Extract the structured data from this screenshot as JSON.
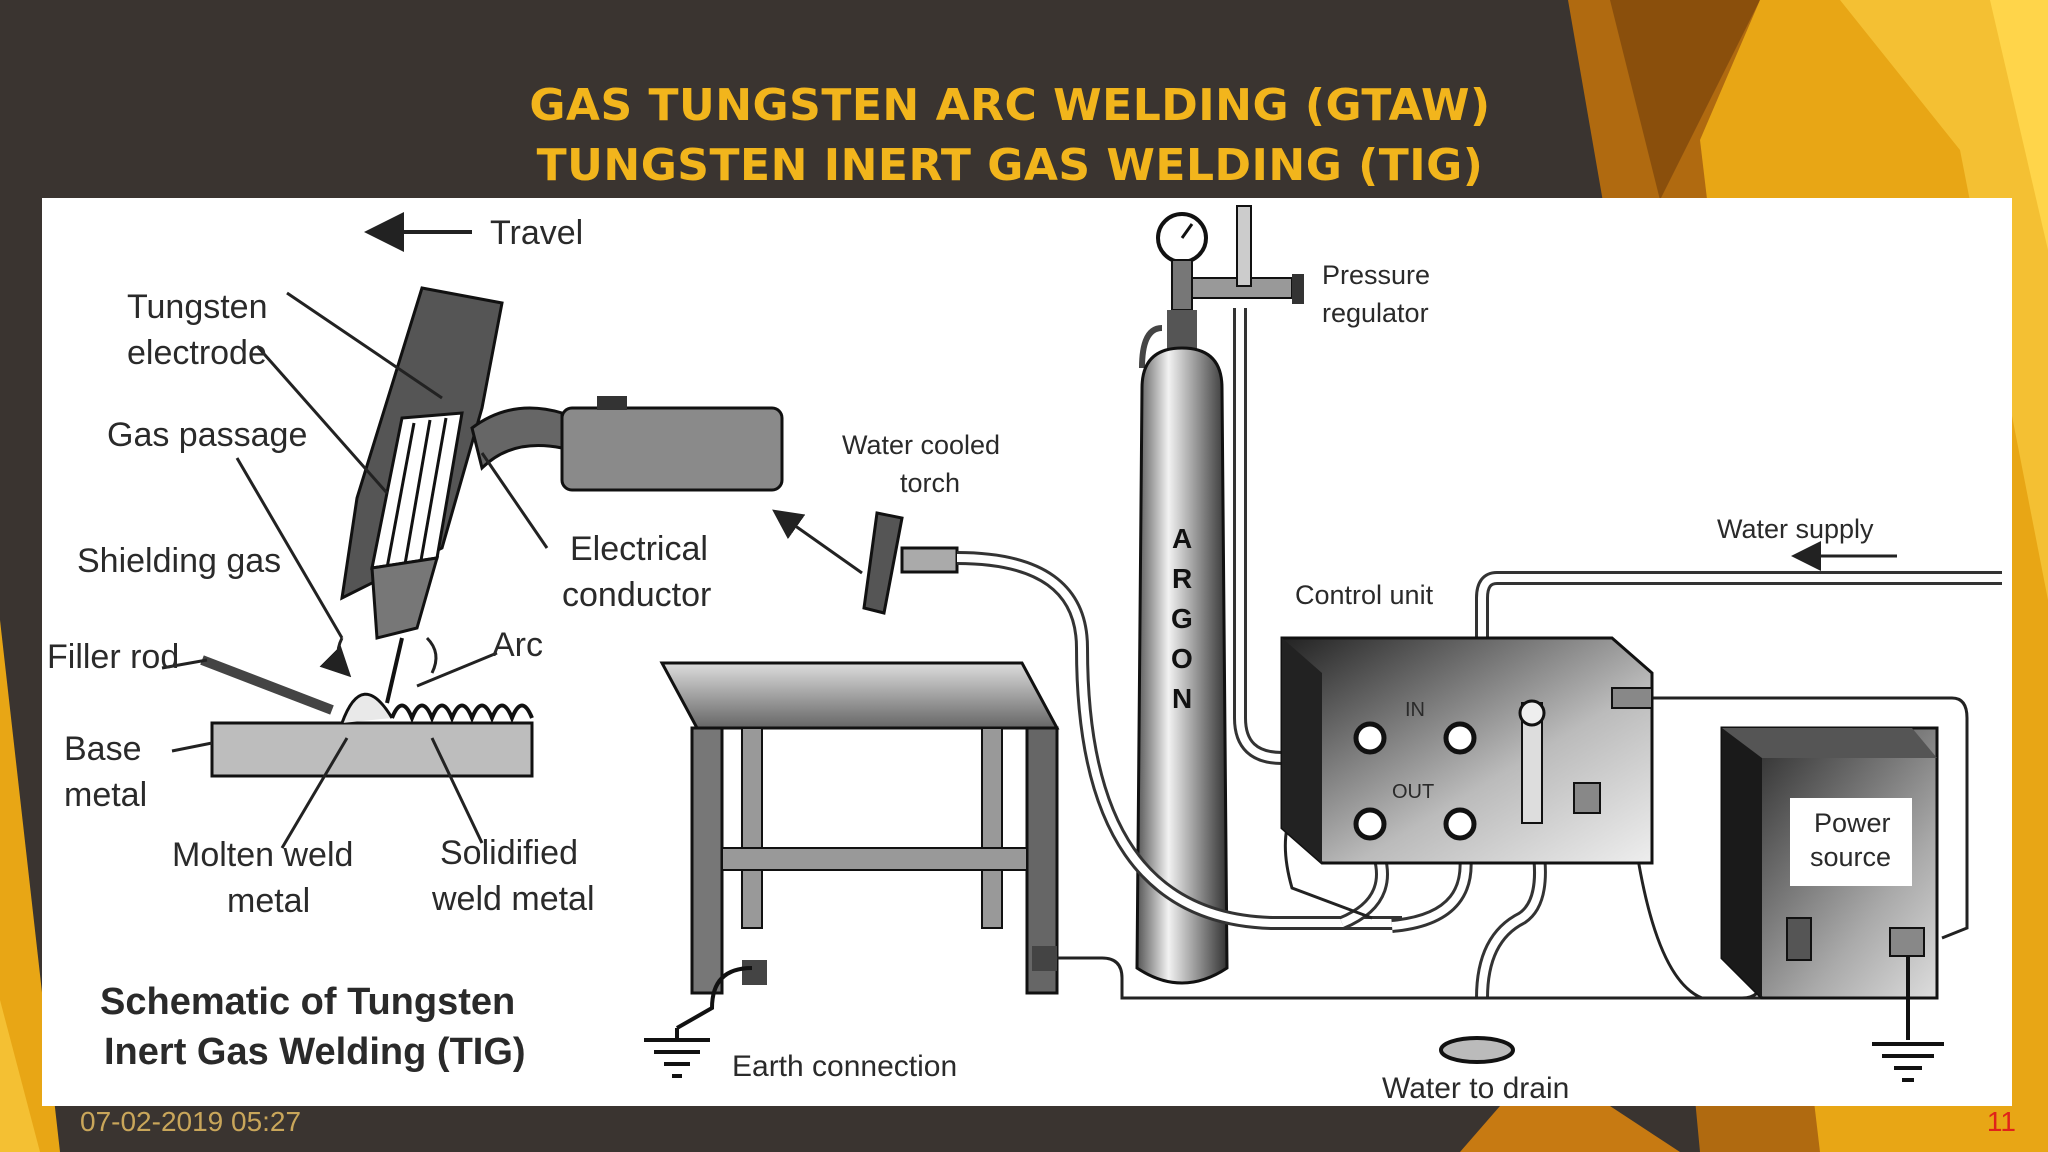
{
  "slide": {
    "title_line1": "GAS TUNGSTEN ARC WELDING (GTAW)",
    "title_line2": "TUNGSTEN INERT GAS WELDING (TIG)",
    "date": "07-02-2019 05:27",
    "page_number": "11",
    "colors": {
      "background": "#3a3430",
      "title": "#f2b51c",
      "accent_gold": "#e8a615",
      "accent_orange": "#c77a12",
      "page_number": "#e0221a"
    }
  },
  "diagram": {
    "labels": {
      "travel": "Travel",
      "tungsten": "Tungsten",
      "electrode": "electrode",
      "gas_passage": "Gas passage",
      "shielding_gas": "Shielding gas",
      "filler_rod": "Filler rod",
      "base": "Base",
      "metal": "metal",
      "molten_weld": "Molten weld",
      "molten_metal": "metal",
      "solidified": "Solidified",
      "weld_metal": "weld metal",
      "electrical": "Electrical",
      "conductor": "conductor",
      "arc": "Arc",
      "water_cooled": "Water cooled",
      "torch": "torch",
      "pressure": "Pressure",
      "regulator": "regulator",
      "argon_letters": [
        "A",
        "R",
        "G",
        "O",
        "N"
      ],
      "water_supply": "Water supply",
      "control_unit": "Control unit",
      "in": "IN",
      "out": "OUT",
      "power": "Power",
      "source": "source",
      "earth_connection": "Earth connection",
      "water_to_drain": "Water to drain",
      "schematic_line1": "Schematic of Tungsten",
      "schematic_line2": "Inert Gas Welding (TIG)"
    }
  }
}
